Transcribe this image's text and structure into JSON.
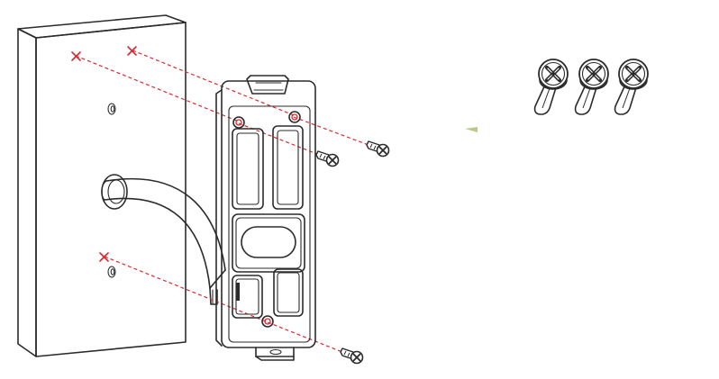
{
  "diagram": {
    "kind": "installation-illustration",
    "parts": [
      "wall",
      "mounting-bracket",
      "cable",
      "screw",
      "wall-anchor"
    ],
    "counts": {
      "bracket_screws": 3,
      "wall_anchors": 3,
      "drill_marks": 3
    },
    "colors": {
      "line": "#2b2b2b",
      "guide": "#e0282e",
      "background": "#ffffff",
      "plate": "#ffffff",
      "accent": "#b7c98a"
    }
  }
}
